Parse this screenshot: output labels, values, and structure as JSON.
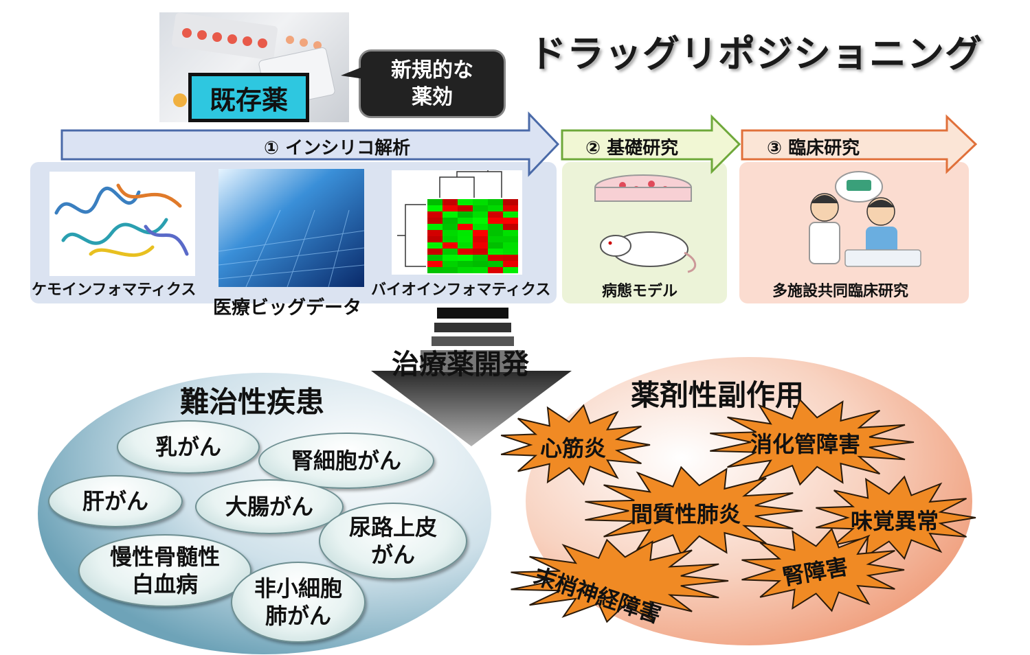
{
  "title": "ドラッグリポジショニング",
  "existing_drug_label": "既存薬",
  "speech_bubble": {
    "line1": "新規的な",
    "line2": "薬効"
  },
  "steps": {
    "step1": "① インシリコ解析",
    "step2": "② 基礎研究",
    "step3": "③ 臨床研究"
  },
  "captions": {
    "cheminformatics": "ケモインフォマティクス",
    "big_data": "医療ビッグデータ",
    "bioinformatics": "バイオインフォマティクス",
    "disease_model": "病態モデル",
    "multicenter": "多施設共同臨床研究"
  },
  "center_label": "治療薬開発",
  "intractable": {
    "heading": "難治性疾患",
    "items": [
      {
        "l1": "乳がん",
        "l2": ""
      },
      {
        "l1": "腎細胞がん",
        "l2": ""
      },
      {
        "l1": "肝がん",
        "l2": ""
      },
      {
        "l1": "大腸がん",
        "l2": ""
      },
      {
        "l1": "尿路上皮",
        "l2": "がん"
      },
      {
        "l1": "慢性骨髄性",
        "l2": "白血病"
      },
      {
        "l1": "非小細胞",
        "l2": "肺がん"
      }
    ]
  },
  "adverse": {
    "heading": "薬剤性副作用",
    "items": [
      "心筋炎",
      "消化管障害",
      "間質性肺炎",
      "味覚異常",
      "末梢神経障害",
      "腎障害"
    ]
  },
  "colors": {
    "arrow_blue": "#dbe3f3",
    "arrow_blue_border": "#4a6aa8",
    "arrow_green": "#f1f7d4",
    "arrow_green_border": "#6ea83a",
    "arrow_orange": "#fbe5d6",
    "arrow_orange_border": "#e0703a",
    "burst": "#f08a24",
    "cyan_label": "#2ec7e0"
  }
}
